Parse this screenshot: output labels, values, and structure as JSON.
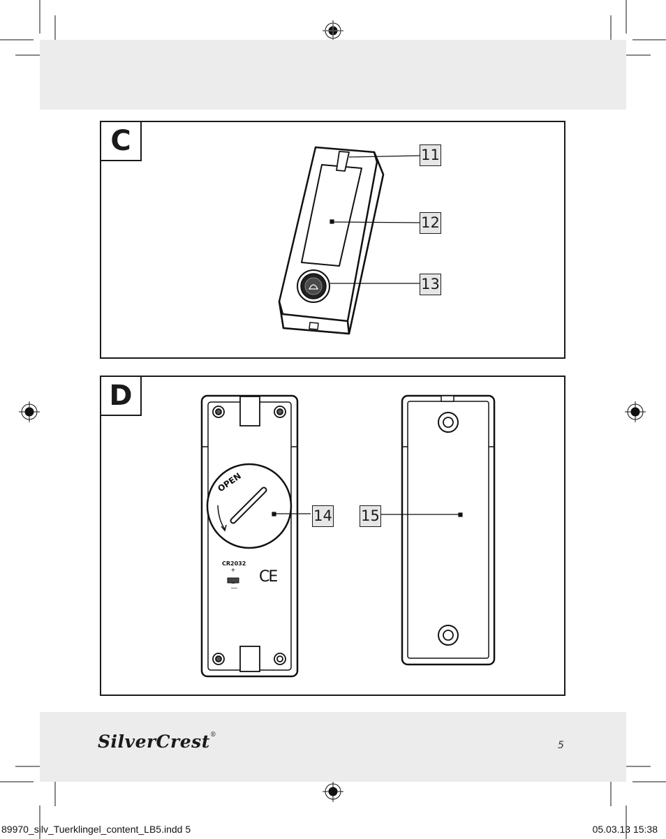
{
  "figure_c": {
    "label": "C",
    "callouts": [
      "11",
      "12",
      "13"
    ]
  },
  "figure_d": {
    "label": "D",
    "callouts": [
      "14",
      "15"
    ],
    "battery_type": "CR2032",
    "lid_text": "OPEN",
    "plus": "+",
    "minus": "—",
    "ce_mark": "CE"
  },
  "footer": {
    "brand": "SilverCrest",
    "page_number": "5"
  },
  "print_slug": {
    "file": "89970_silv_Tuerklingel_content_LB5.indd   5",
    "timestamp": "05.03.13   15:38"
  }
}
